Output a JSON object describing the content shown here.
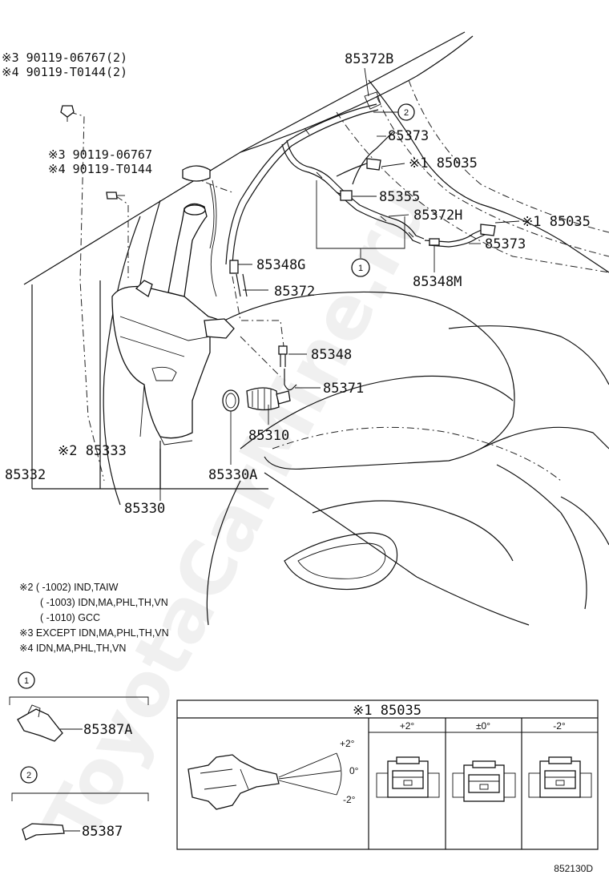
{
  "watermark": "ToyotaCarMine.ru",
  "diagram_code": "852130D",
  "labels": {
    "clip_90119_a": "※3 90119-06767(2)",
    "clip_90119_b": "※4 90119-T0144(2)",
    "bolt_90119_a": "※3 90119-06767",
    "bolt_90119_b": "※4 90119-T0144",
    "p85372B": "85372B",
    "p85373_top": "85373",
    "p85035_top": "※1 85035",
    "p85355": "85355",
    "p85372H": "85372H",
    "p85035_right": "※1 85035",
    "p85373_right": "85373",
    "p85348G": "85348G",
    "p85348M": "85348M",
    "p85372": "85372",
    "p85348": "85348",
    "p85371": "85371",
    "p85310": "85310",
    "p85333": "※2 85333",
    "p85332": "85332",
    "p85330A": "85330A",
    "p85330": "85330",
    "callout_1": "1",
    "callout_2": "2",
    "p85387A": "85387A",
    "p85387": "85387"
  },
  "notes": [
    "※2 (     -1002) IND,TAIW",
    "(     -1003) IDN,MA,PHL,TH,VN",
    "(     -1010) GCC",
    "※3 EXCEPT IDN,MA,PHL,TH,VN",
    "※4 IDN,MA,PHL,TH,VN"
  ],
  "inset_1": {
    "callout": "1",
    "part": "85387A"
  },
  "inset_2": {
    "callout": "2",
    "part": "85387"
  },
  "nozzle_table": {
    "title": "※1 85035",
    "angle_labels": [
      "+2°",
      "0°",
      "-2°"
    ],
    "columns": [
      "+2°",
      "±0°",
      "-2°"
    ]
  }
}
